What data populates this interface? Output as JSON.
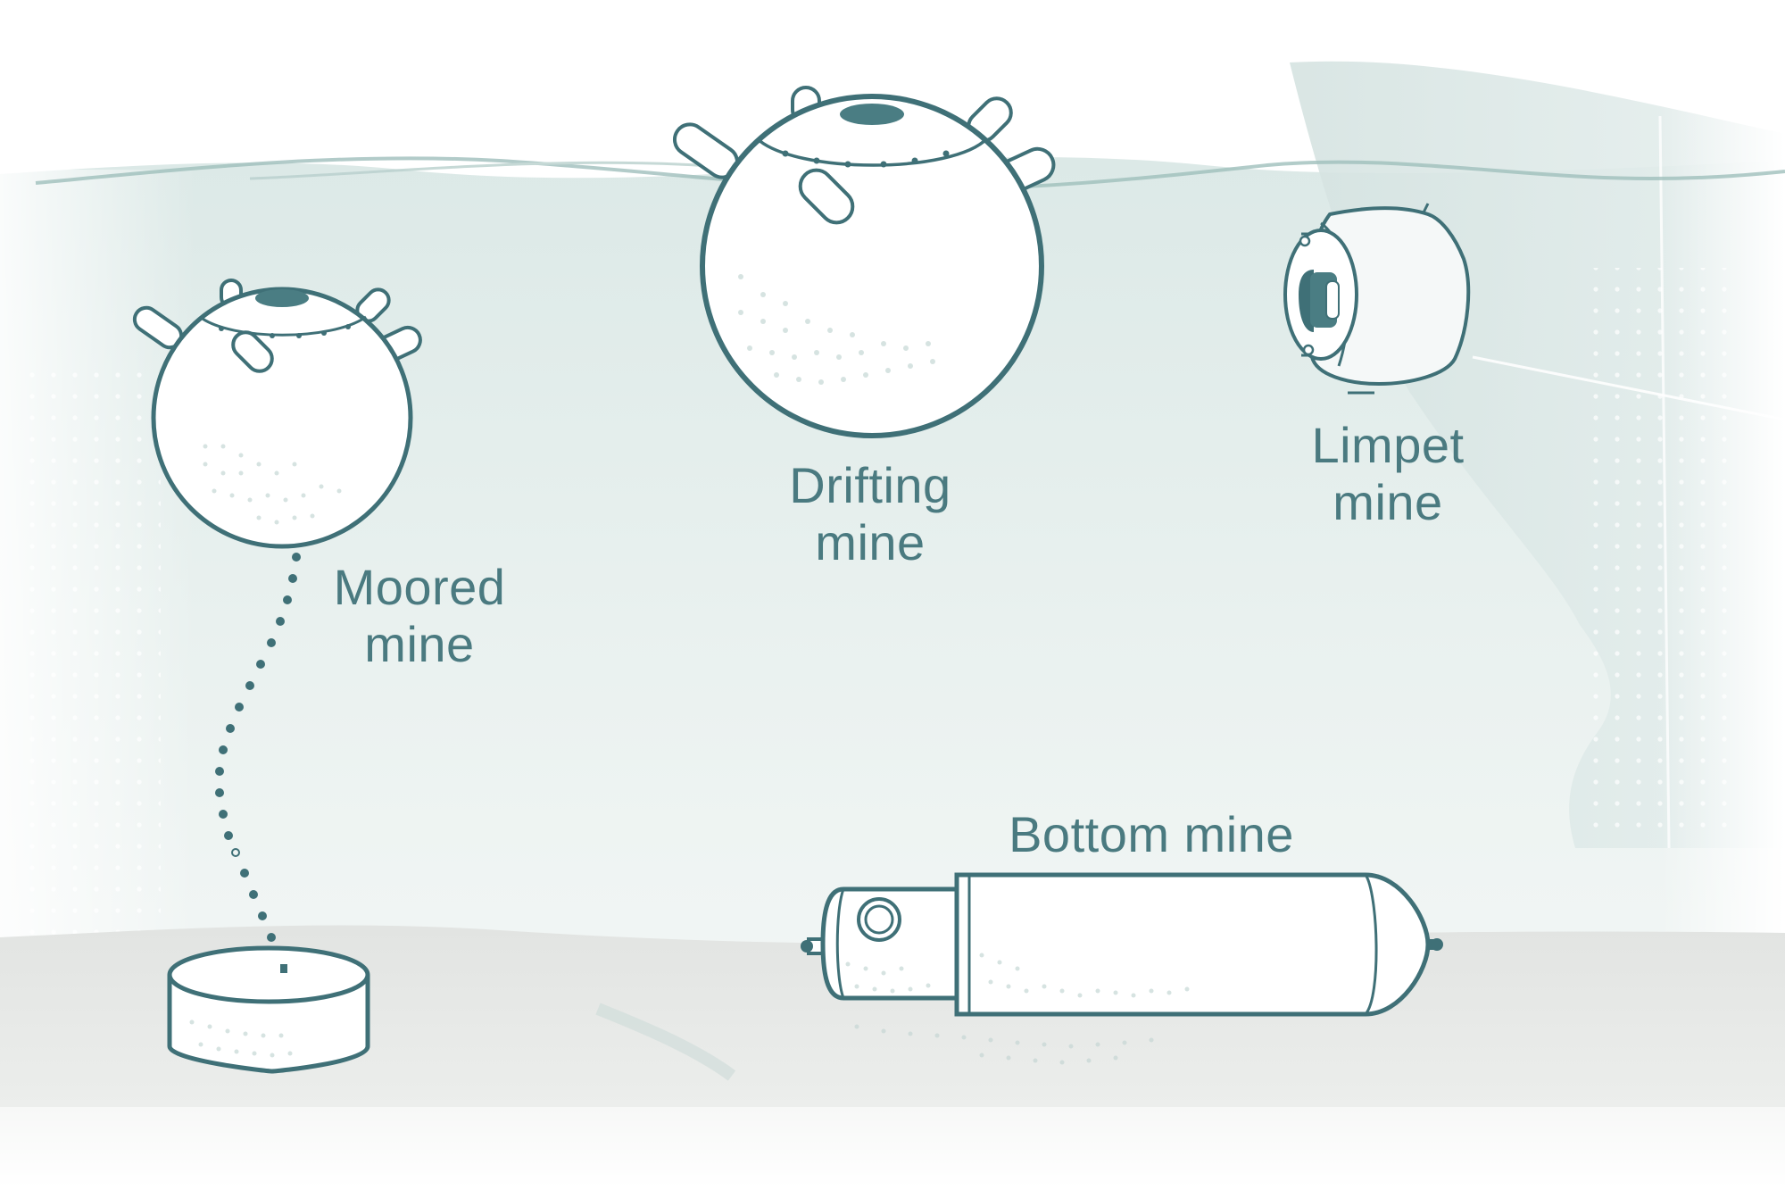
{
  "labels": {
    "moored": [
      "Moored",
      "mine"
    ],
    "drifting": [
      "Drifting",
      "mine"
    ],
    "limpet": [
      "Limpet",
      "mine"
    ],
    "bottom": "Bottom mine"
  },
  "colors": {
    "stroke": "#3f7077",
    "label": "#4a7a80",
    "water": "#e3eeec",
    "seabed": "#e8e9e7",
    "hull": "#dde8e6",
    "dot": "#ffffff",
    "cap": "#4a7d83"
  }
}
